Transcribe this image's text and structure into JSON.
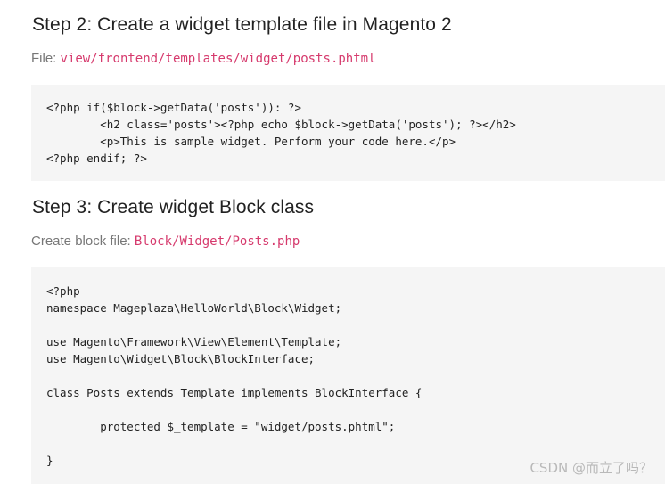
{
  "step2": {
    "heading": "Step 2: Create a widget template file in Magento 2",
    "file_label": "File: ",
    "file_path": "view/frontend/templates/widget/posts.phtml",
    "code": "<?php if($block->getData('posts')): ?>\n        <h2 class='posts'><?php echo $block->getData('posts'); ?></h2>\n        <p>This is sample widget. Perform your code here.</p>\n<?php endif; ?>"
  },
  "step3": {
    "heading": "Step 3: Create widget Block class",
    "file_label": "Create block file: ",
    "file_path": "Block/Widget/Posts.php",
    "code": "<?php\nnamespace Mageplaza\\HelloWorld\\Block\\Widget;\n\nuse Magento\\Framework\\View\\Element\\Template;\nuse Magento\\Widget\\Block\\BlockInterface;\n\nclass Posts extends Template implements BlockInterface {\n\n        protected $_template = \"widget/posts.phtml\";\n\n}"
  },
  "watermark": "CSDN @而立了吗？"
}
